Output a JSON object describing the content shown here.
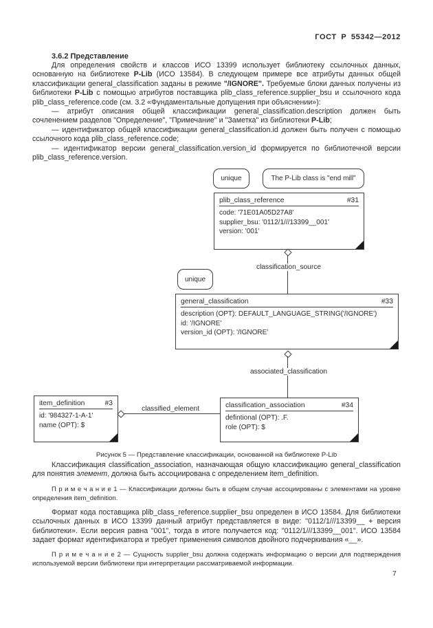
{
  "page": {
    "header": "ГОСТ Р 55342—2012",
    "number": "7"
  },
  "section": {
    "heading": "3.6.2 Представление"
  },
  "body": {
    "intro": {
      "runs": [
        {
          "t": "Для определения свойств и классов ИСО 13399 использует библиотеку ссылочных данных, основанную на библиотеке "
        },
        {
          "t": "P-Lib",
          "b": true
        },
        {
          "t": " (ИСО 13584). В следующем примере все атрибуты данных общей классификации general_classification заданы в режиме "
        },
        {
          "t": "\"/IGNORE\".",
          "b": true
        },
        {
          "t": " Требуемые блоки данных получены из библиотеки "
        },
        {
          "t": "P-Lib",
          "b": true
        },
        {
          "t": " с помощью атрибутов поставщика plib_class_reference.supplier_bsu и ссылочного кода plib_class_reference.code (см. 3.2 «Фундаментальные допущения при объяснении»):"
        }
      ]
    },
    "bullet1": {
      "runs": [
        {
          "t": "— атрибут описания общей классификации general_classification.description должен быть сочленением разделов \"Определение\", \"Примечание\" и \"Заметка\" из библиотеки "
        },
        {
          "t": "P-Lib",
          "b": true
        },
        {
          "t": ";"
        }
      ]
    },
    "bullet2": "— идентификатор общей классификации general_classification.id должен быть получен с помощью ссылочного кода plib_class_reference.code;",
    "bullet3": "— идентификатор версии general_classification.version_id формируется по библиотечной версии plib_class_reference.version.",
    "after_figure": {
      "runs": [
        {
          "t": "Классификация classification_association, назначающая общую классификацию general_classification для понятия "
        },
        {
          "t": "элемент",
          "i": true
        },
        {
          "t": ", должна быть ассоциирована с определением item_definition."
        }
      ]
    },
    "note1": "П р и м е ч а н и е  1 — Классификации должны быть в общем случае ассоциированы с элементами на уровне определения item_definition.",
    "format_p": "Формат кода поставщика plib_class_reference.supplier_bsu определен в ИСО 13584. Для библиотеки ссылочных данных в ИСО 13399 данный атрибут представляется в виде: \"0112/1///13399__ + версия библиотеки». Если версия равна \"001\", тогда в итоге получается код: \"0112/1///13399__001\". ИСО 13584 задает формат идентификатора и требует применения символов двойного подчеркивания «__».",
    "note2": "П р и м е ч а н и е  2 — Сущность supplier_bsu должна содержать информацию о версии для подтверждения используемой версии библиотеки при интерпретации рассматриваемой информации."
  },
  "figure": {
    "caption": "Рисунок 5 — Представление классификации, основанной на библиотеке P-Lib",
    "annotations": {
      "unique_top": "unique",
      "unique_mid": "unique",
      "plib_note": "The P-Lib class is \"end mill\""
    },
    "relations": {
      "classification_source": "classification_source",
      "associated_classification": "associated_classification",
      "classified_element": "classified_element"
    },
    "entities": {
      "plib_class_reference": {
        "name": "plib_class_reference",
        "number": "#31",
        "attributes": [
          "code: '71E01A05D27A8'",
          "supplier_bsu: '0112/1///13399__001'",
          "version: '001'"
        ]
      },
      "general_classification": {
        "name": "general_classification",
        "number": "#33",
        "attributes": [
          "description (OPT): DEFAULT_LANGUAGE_STRING('/IGNORE')",
          "id: '/IGNORE'",
          "version_id (OPT): '/IGNORE'"
        ]
      },
      "classification_association": {
        "name": "classification_association",
        "number": "#34",
        "attributes": [
          "defintional (OPT): .F.",
          "role (OPT): $"
        ]
      },
      "item_definition": {
        "name": "item_definition",
        "number": "#3",
        "attributes": [
          "id: '984327-1-A-1'",
          "name (OPT): $"
        ]
      }
    }
  }
}
